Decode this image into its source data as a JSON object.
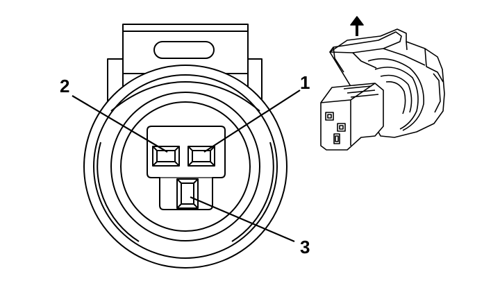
{
  "pin_labels": {
    "pin1": "1",
    "pin2": "2",
    "pin3": "3"
  },
  "icons": {
    "direction": "arrow-up-icon"
  },
  "colors": {
    "line": "#000000",
    "background": "#ffffff"
  }
}
